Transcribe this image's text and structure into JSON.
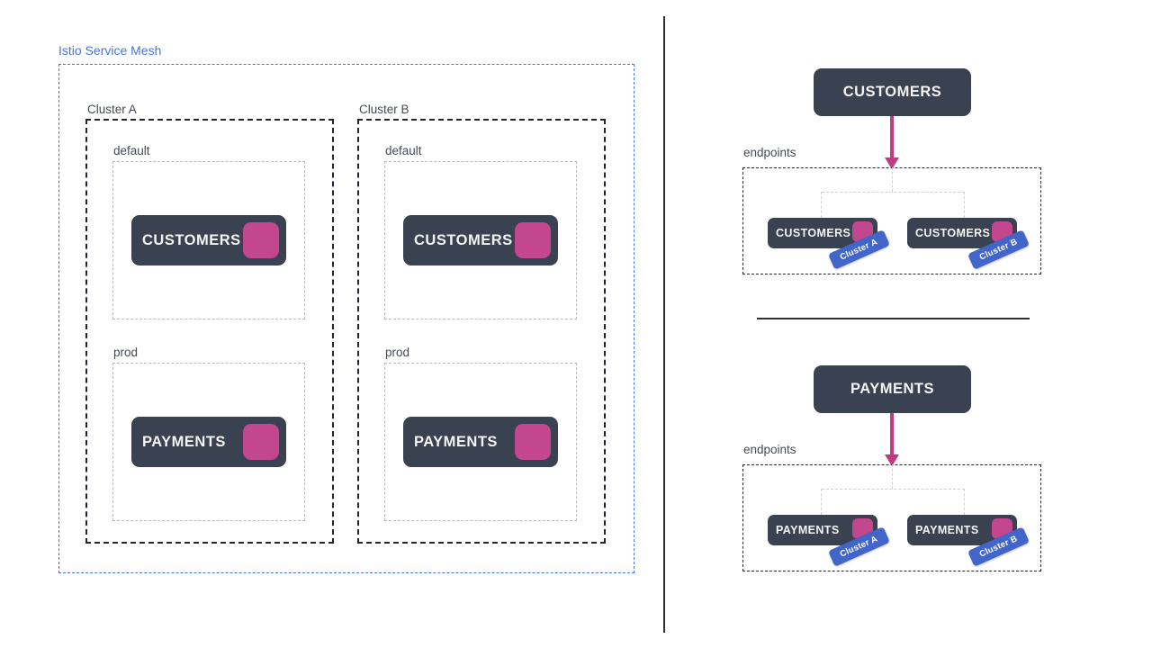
{
  "mesh": {
    "label": "Istio Service Mesh",
    "clusters": [
      {
        "label": "Cluster A",
        "namespaces": [
          {
            "label": "default",
            "service": "CUSTOMERS"
          },
          {
            "label": "prod",
            "service": "PAYMENTS"
          }
        ]
      },
      {
        "label": "Cluster B",
        "namespaces": [
          {
            "label": "default",
            "service": "CUSTOMERS"
          },
          {
            "label": "prod",
            "service": "PAYMENTS"
          }
        ]
      }
    ]
  },
  "services": [
    {
      "name": "CUSTOMERS",
      "endpoints_label": "endpoints",
      "endpoints": [
        {
          "name": "CUSTOMERS",
          "badge": "Cluster A"
        },
        {
          "name": "CUSTOMERS",
          "badge": "Cluster B"
        }
      ]
    },
    {
      "name": "PAYMENTS",
      "endpoints_label": "endpoints",
      "endpoints": [
        {
          "name": "PAYMENTS",
          "badge": "Cluster A"
        },
        {
          "name": "PAYMENTS",
          "badge": "Cluster B"
        }
      ]
    }
  ],
  "colors": {
    "node_dark": "#3a4150",
    "sidecar_pink": "#c2478f",
    "mesh_blue": "#4776d9",
    "badge_blue": "#4165c8",
    "arrow_magenta": "#c23a80"
  }
}
